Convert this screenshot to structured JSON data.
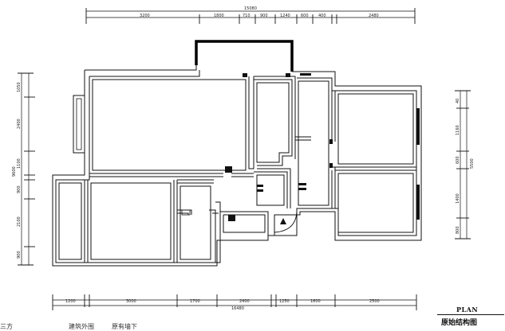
{
  "drawing": {
    "plan_label": "PLAN",
    "plan_subtitle": "原始结构图",
    "footnote_left": "三方",
    "footnote_mid": "建筑外围",
    "footnote_right": "原有墙下"
  },
  "dimensions": {
    "top_total": "15080",
    "top_segments": [
      "3200",
      "1800",
      "710",
      "900",
      "1240",
      "600",
      "400",
      "2480"
    ],
    "bottom_total": "16480",
    "bottom_segments": [
      "1200",
      "3000",
      "1700",
      "2400",
      "1250",
      "1600",
      "2500"
    ],
    "left_total": "9600",
    "left_segments": [
      "1050",
      "2400",
      "1100",
      "900",
      "2100",
      "900"
    ],
    "right_total": "5500",
    "right_segments": [
      "40",
      "1160",
      "600",
      "1400",
      "800"
    ]
  }
}
